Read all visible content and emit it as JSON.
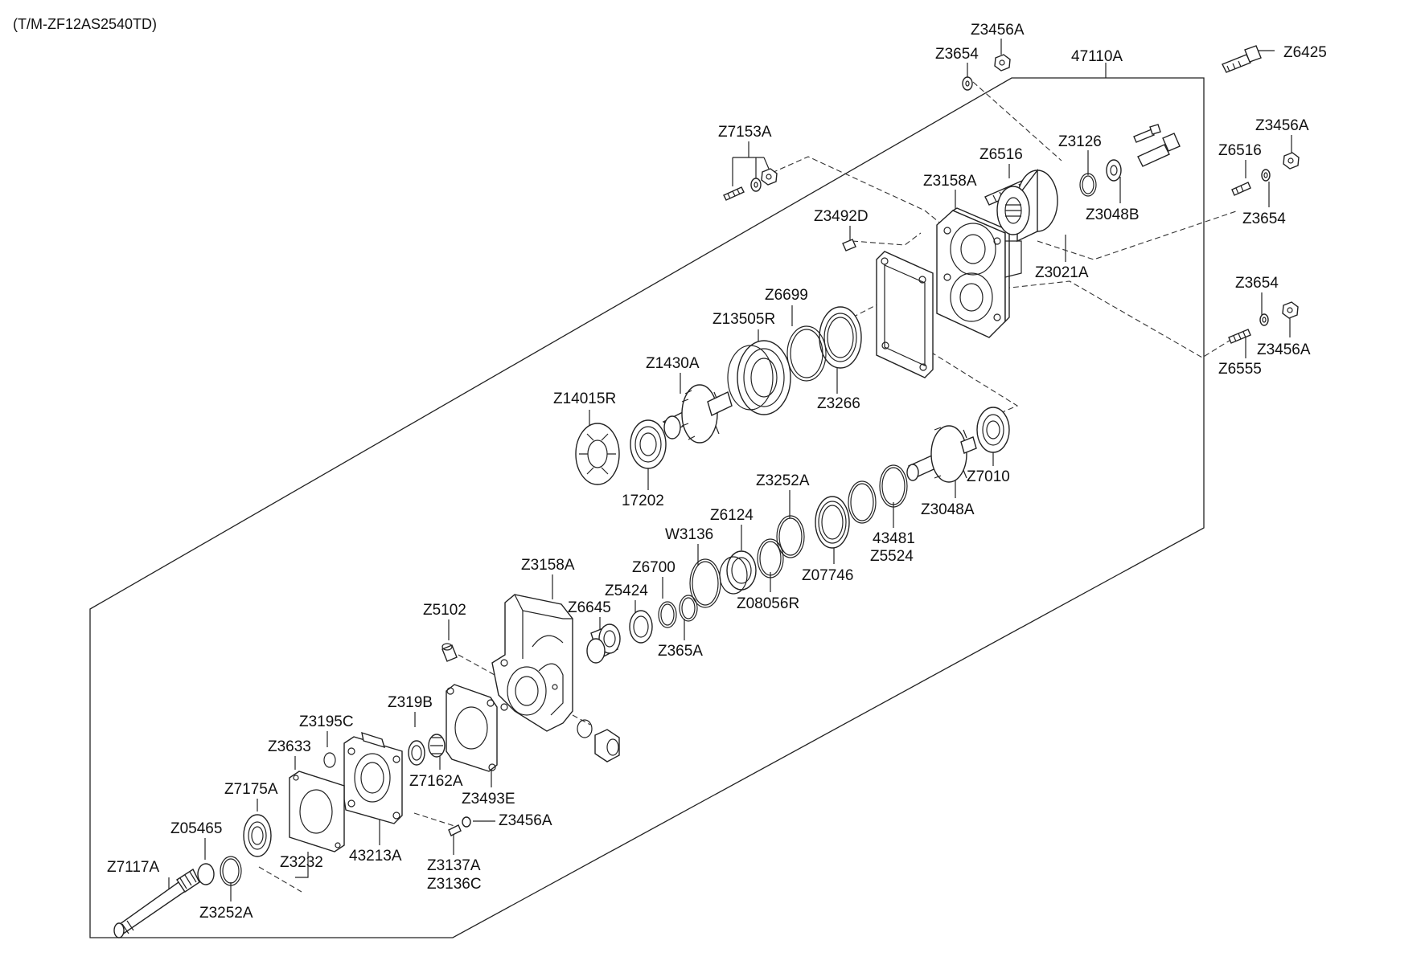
{
  "model_code": "(T/M-ZF12AS2540TD)",
  "labels": {
    "p47110A": "47110A",
    "z6425": "Z6425",
    "z3456A_top": "Z3456A",
    "z3654_top": "Z3654",
    "z7153A": "Z7153A",
    "z6516_mid": "Z6516",
    "z3126": "Z3126",
    "z3158A_top": "Z3158A",
    "z3048B": "Z3048B",
    "z3492D": "Z3492D",
    "z3021A": "Z3021A",
    "z3456A_r1": "Z3456A",
    "z6516_r": "Z6516",
    "z3654_r1": "Z3654",
    "z3654_r2": "Z3654",
    "z3456A_r2": "Z3456A",
    "z6555": "Z6555",
    "z6699": "Z6699",
    "z13505R": "Z13505R",
    "z1430A": "Z1430A",
    "z3266": "Z3266",
    "z14015R": "Z14015R",
    "p17202": "17202",
    "z7010": "Z7010",
    "z3048A": "Z3048A",
    "z3252A_mid": "Z3252A",
    "p43481": "43481",
    "z5524": "Z5524",
    "z6124": "Z6124",
    "w3136": "W3136",
    "z07746": "Z07746",
    "z08056R": "Z08056R",
    "z6700": "Z6700",
    "z5424": "Z5424",
    "z3158A_low": "Z3158A",
    "z6645": "Z6645",
    "z365A": "Z365A",
    "z5102": "Z5102",
    "z319B": "Z319B",
    "z3195C": "Z3195C",
    "z3633": "Z3633",
    "z7162A": "Z7162A",
    "z3493E": "Z3493E",
    "z7175A": "Z7175A",
    "z3456A_low": "Z3456A",
    "z05465": "Z05465",
    "p43213A": "43213A",
    "z3232": "Z3232",
    "z3137A": "Z3137A",
    "z3136C": "Z3136C",
    "z7117A": "Z7117A",
    "z3252A_low": "Z3252A"
  }
}
